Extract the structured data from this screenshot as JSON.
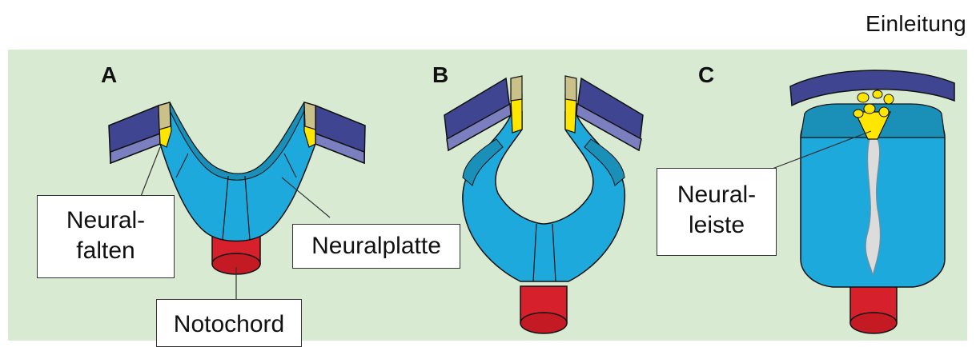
{
  "header": {
    "section": "Einleitung"
  },
  "panels": {
    "a": {
      "letter": "A"
    },
    "b": {
      "letter": "B"
    },
    "c": {
      "letter": "C"
    }
  },
  "labels": {
    "neuralfalten": "Neural-\nfalten",
    "neuralplatte": "Neuralplatte",
    "notochord": "Notochord",
    "neuralleiste": "Neural-\nleiste"
  },
  "colors": {
    "background": "#d9ead3",
    "ectoderm_dark": "#3f4590",
    "ectoderm_light": "#7b7fc0",
    "neural_plate": "#1da9dc",
    "neural_plate_dark": "#1a8fb8",
    "neural_fold": "#ffe600",
    "fold_tip": "#c9c08a",
    "notochord": "#d6202b",
    "neural_crest": "#ffe600",
    "lumen": "#dcdcdc"
  }
}
